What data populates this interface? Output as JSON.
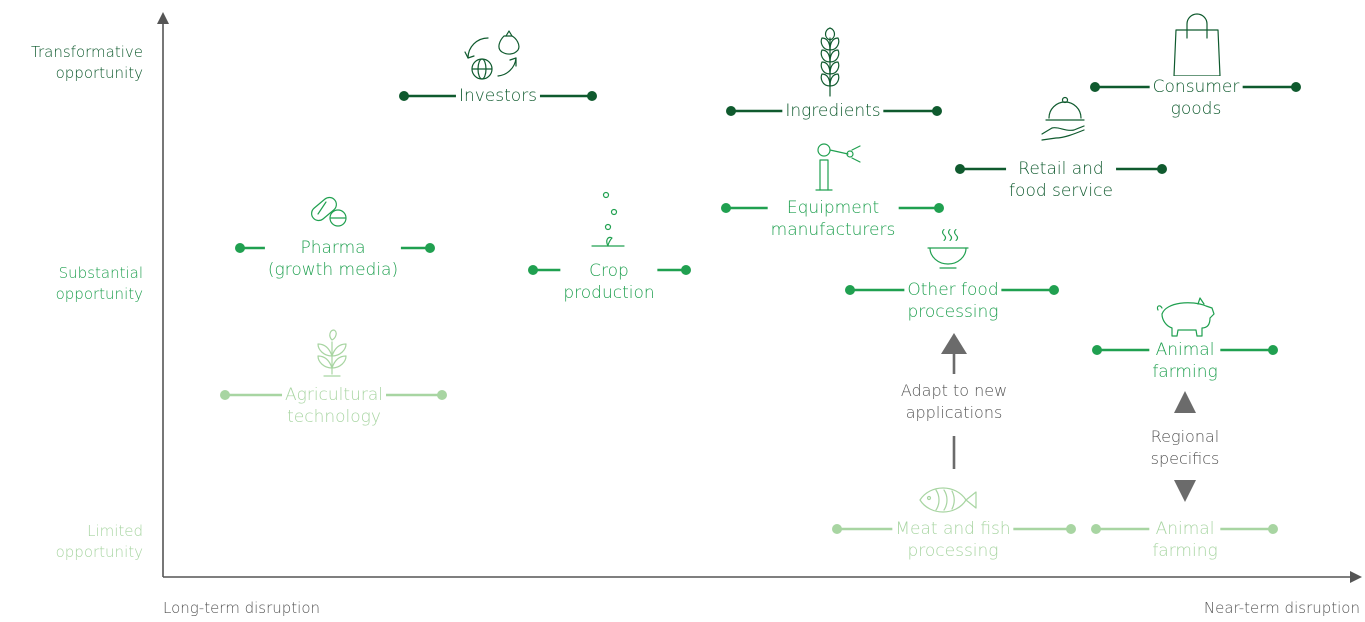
{
  "axes": {
    "x_left": "Long-term disruption",
    "x_right": "Near-term disruption",
    "y_top": [
      "Transformative",
      "opportunity"
    ],
    "y_mid": [
      "Substantial",
      "opportunity"
    ],
    "y_bottom": [
      "Limited",
      "opportunity"
    ]
  },
  "nodes": {
    "investors": [
      "Investors"
    ],
    "ingredients": [
      "Ingredients"
    ],
    "consumer_goods": [
      "Consumer",
      "goods"
    ],
    "retail": [
      "Retail and",
      "food service"
    ],
    "equipment": [
      "Equipment",
      "manufacturers"
    ],
    "pharma": [
      "Pharma",
      "(growth media)"
    ],
    "crop": [
      "Crop",
      "production"
    ],
    "other_food": [
      "Other food",
      "processing"
    ],
    "animal_farming_top": [
      "Animal",
      "farming"
    ],
    "agri_tech": [
      "Agricultural",
      "technology"
    ],
    "meat_fish": [
      "Meat and fish",
      "processing"
    ],
    "animal_farming_bottom": [
      "Animal",
      "farming"
    ]
  },
  "annotations": {
    "adapt": [
      "Adapt to new",
      "applications"
    ],
    "regional": [
      "Regional",
      "specifics"
    ]
  },
  "icons": {
    "investors": "money-globe-cycle-icon",
    "ingredients": "wheat-icon",
    "consumer_goods": "shopping-bag-icon",
    "retail": "serving-cloche-icon",
    "equipment": "robotic-arm-icon",
    "pharma": "pill-capsule-icon",
    "crop": "seed-sprout-icon",
    "other_food": "steaming-bowl-icon",
    "animal_farming_top": "pig-icon",
    "agri_tech": "plant-icon",
    "meat_fish": "fish-icon"
  },
  "colors": {
    "transformative": "#0f5a2e",
    "substantial": "#20a050",
    "limited": "#a8d5a2",
    "axis": "#555555",
    "arrow": "#6b6b6b"
  }
}
